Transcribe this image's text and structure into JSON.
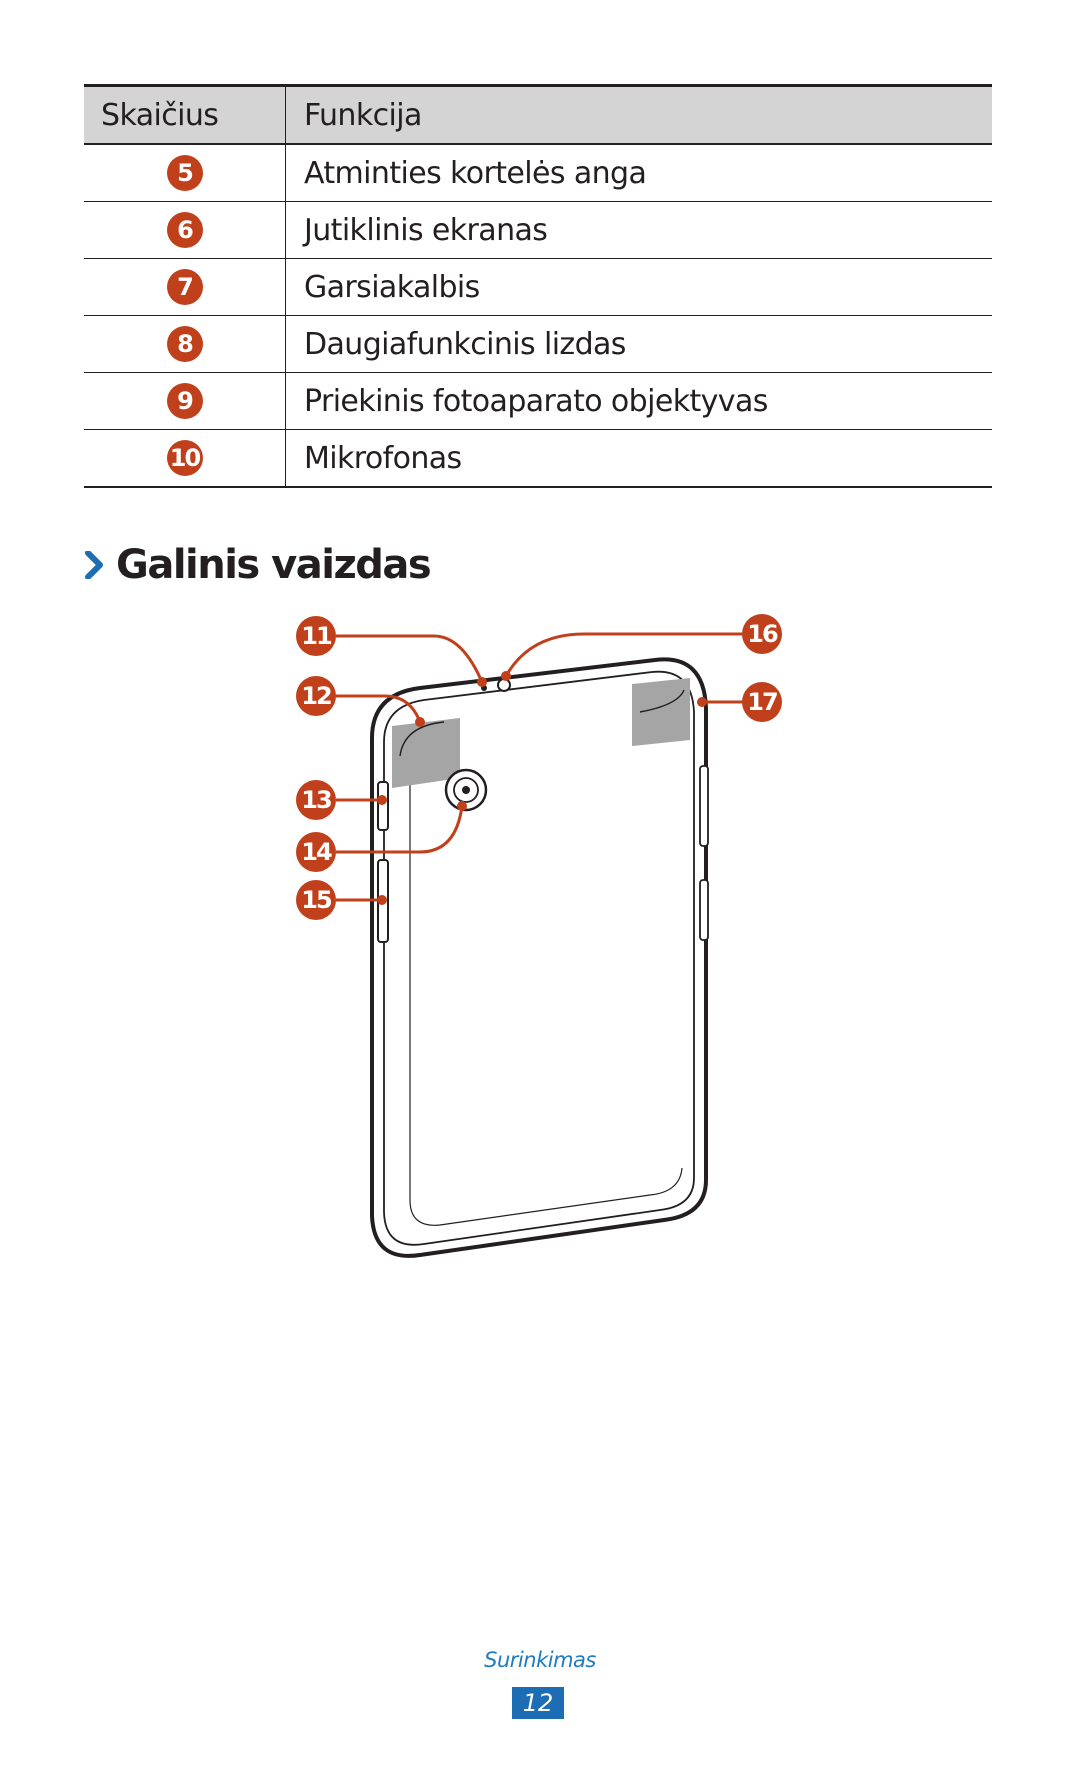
{
  "table": {
    "headers": {
      "number": "Skaičius",
      "function": "Funkcija"
    },
    "rows": [
      {
        "num": "5",
        "label": "Atminties kortelės anga"
      },
      {
        "num": "6",
        "label": "Jutiklinis ekranas"
      },
      {
        "num": "7",
        "label": "Garsiakalbis"
      },
      {
        "num": "8",
        "label": "Daugiafunkcinis lizdas"
      },
      {
        "num": "9",
        "label": "Priekinis fotoaparato objektyvas"
      },
      {
        "num": "10",
        "label": "Mikrofonas"
      }
    ]
  },
  "section": {
    "title": "Galinis vaizdas"
  },
  "figure": {
    "callouts": {
      "c11": "11",
      "c12": "12",
      "c13": "13",
      "c14": "14",
      "c15": "15",
      "c16": "16",
      "c17": "17"
    }
  },
  "footer": {
    "section": "Surinkimas",
    "page": "12"
  },
  "colors": {
    "accent": "#c1401c",
    "blue": "#1d6db5",
    "header_bg": "#d4d4d5"
  }
}
